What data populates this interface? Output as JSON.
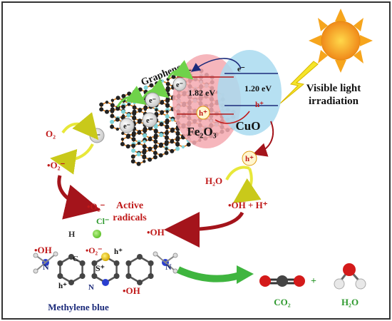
{
  "labels": {
    "graphene": "Graphene",
    "bandgap_fe2o3": "1.82 eV",
    "bandgap_cuo": "1.20 eV",
    "electron": "e⁻",
    "hole": "h⁺",
    "fe2o3": "Fe₂O₃",
    "cuo": "CuO",
    "visible_light_1": "Visible light",
    "visible_light_2": "irradiation",
    "o2": "O₂",
    "superoxide_1": "•O₂⁻",
    "superoxide_2": "•O₂⁻",
    "superoxide_3": "•O₂⁻",
    "h2o_left": "H₂O",
    "oh_plus_h": "•OH + H⁺",
    "active_radicals_1": "Active",
    "active_radicals_2": "radicals",
    "chloride": "Cl⁻",
    "oh_radical": "•OH",
    "oh_radical_left": "•OH",
    "oh_radical_bottom": "•OH",
    "mb_sulfur": "S⁺",
    "mb_n": "N",
    "mb_n_center": "N",
    "mb_n_right": "N",
    "mb_c": "C",
    "mb_h": "H",
    "methylene_blue": "Methylene blue",
    "co2": "CO₂",
    "plus": "+",
    "h2o_product": "H₂O"
  },
  "colors": {
    "fe2o3_ellipse": "#f4a9b0",
    "cuo_ellipse": "#a9daf0",
    "radical_red": "#cc1a1a",
    "arrow_red": "#a4141b",
    "arrow_yellow": "#e8e83a",
    "arrow_green": "#3fb53f",
    "navy": "#1b2a7a",
    "sun": "#f6a51d"
  }
}
